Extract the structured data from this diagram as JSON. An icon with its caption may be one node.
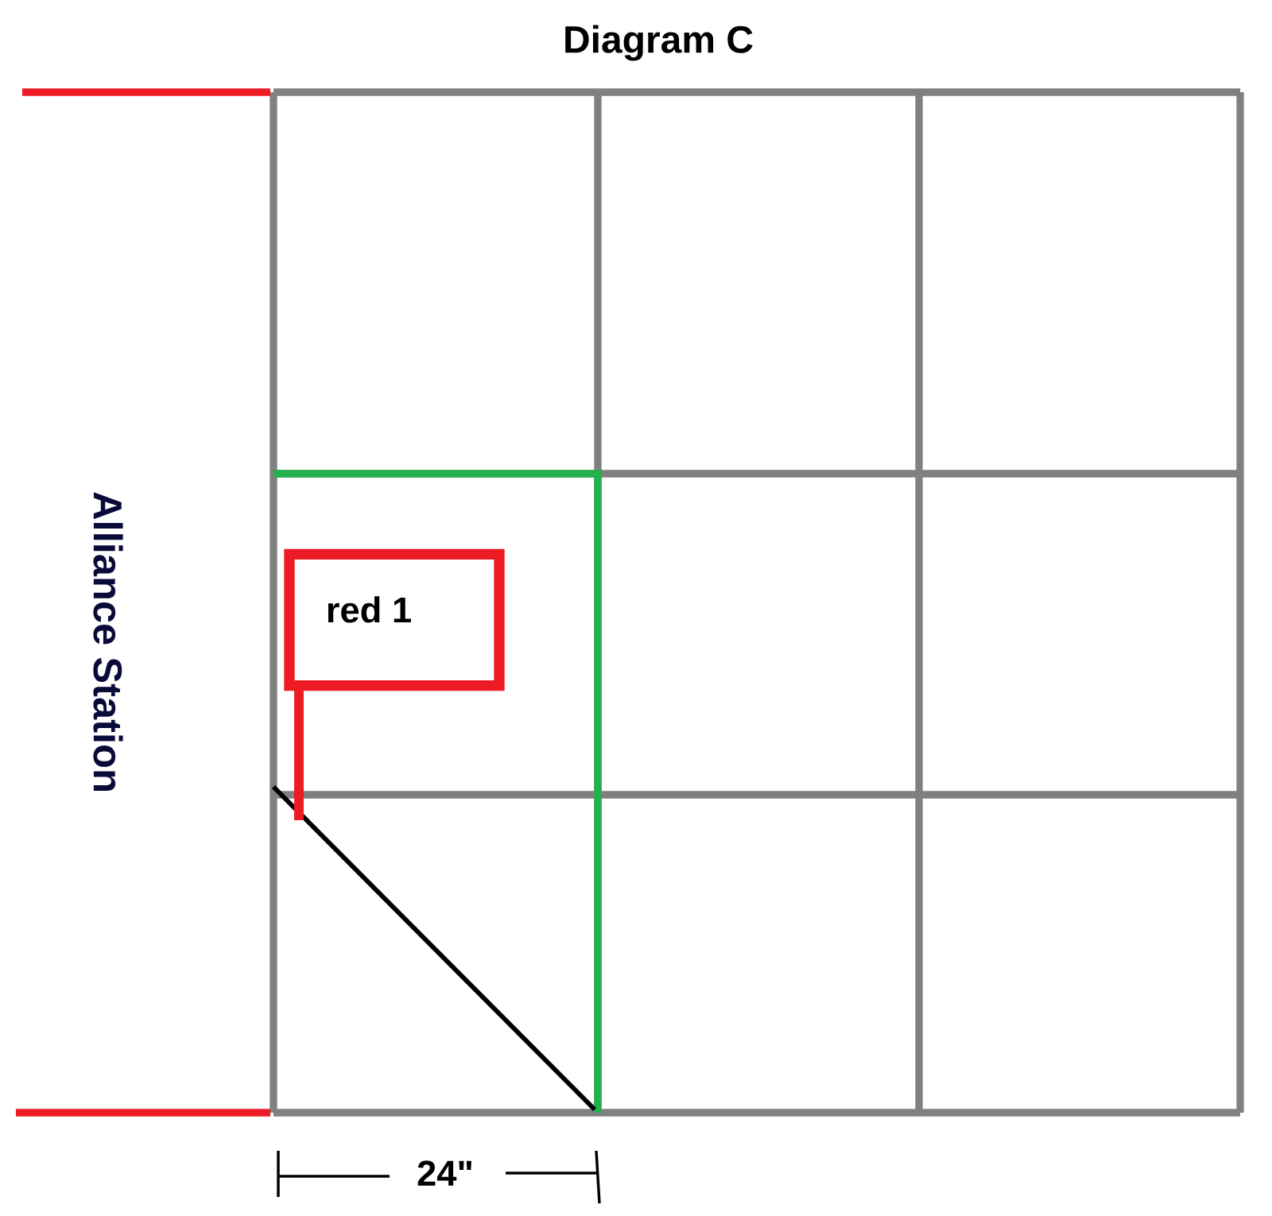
{
  "diagram": {
    "title": "Diagram C",
    "nodes": [
      {
        "text": [
          "red 1"
        ]
      }
    ],
    "labels": [
      "Alliance Station",
      "24\""
    ]
  }
}
